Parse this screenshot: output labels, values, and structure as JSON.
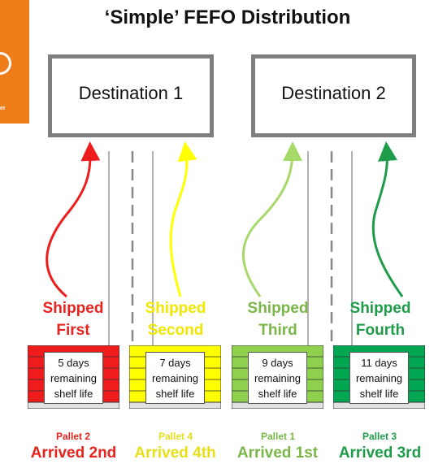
{
  "title": "‘Simple’ FEFO Distribution",
  "logo": {
    "text": "er",
    "color": "#ef7d1a"
  },
  "destinations": [
    {
      "label": "Destination 1"
    },
    {
      "label": "Destination 2"
    }
  ],
  "pallets": [
    {
      "shipped_1": "Shipped",
      "shipped_2": "First",
      "remaining_1": "5 days",
      "remaining_2": "remaining",
      "remaining_3": "shelf life",
      "pallet": "Pallet 2",
      "arrived": "Arrived 2nd",
      "color": "#ee1c1c",
      "text_color": "#e8231e"
    },
    {
      "shipped_1": "Shipped",
      "shipped_2": "Second",
      "remaining_1": "7 days",
      "remaining_2": "remaining",
      "remaining_3": "shelf life",
      "pallet": "Pallet 4",
      "arrived": "Arrived 4th",
      "color": "#ffff00",
      "text_color": "#e6e01a"
    },
    {
      "shipped_1": "Shipped",
      "shipped_2": "Third",
      "remaining_1": "9 days",
      "remaining_2": "remaining",
      "remaining_3": "shelf life",
      "pallet": "Pallet 1",
      "arrived": "Arrived 1st",
      "color": "#8fd14f",
      "text_color": "#7ab648"
    },
    {
      "shipped_1": "Shipped",
      "shipped_2": "Fourth",
      "remaining_1": "11 days",
      "remaining_2": "remaining",
      "remaining_3": "shelf life",
      "pallet": "Pallet 3",
      "arrived": "Arrived 3rd",
      "color": "#00a651",
      "text_color": "#1e9c4a"
    }
  ]
}
